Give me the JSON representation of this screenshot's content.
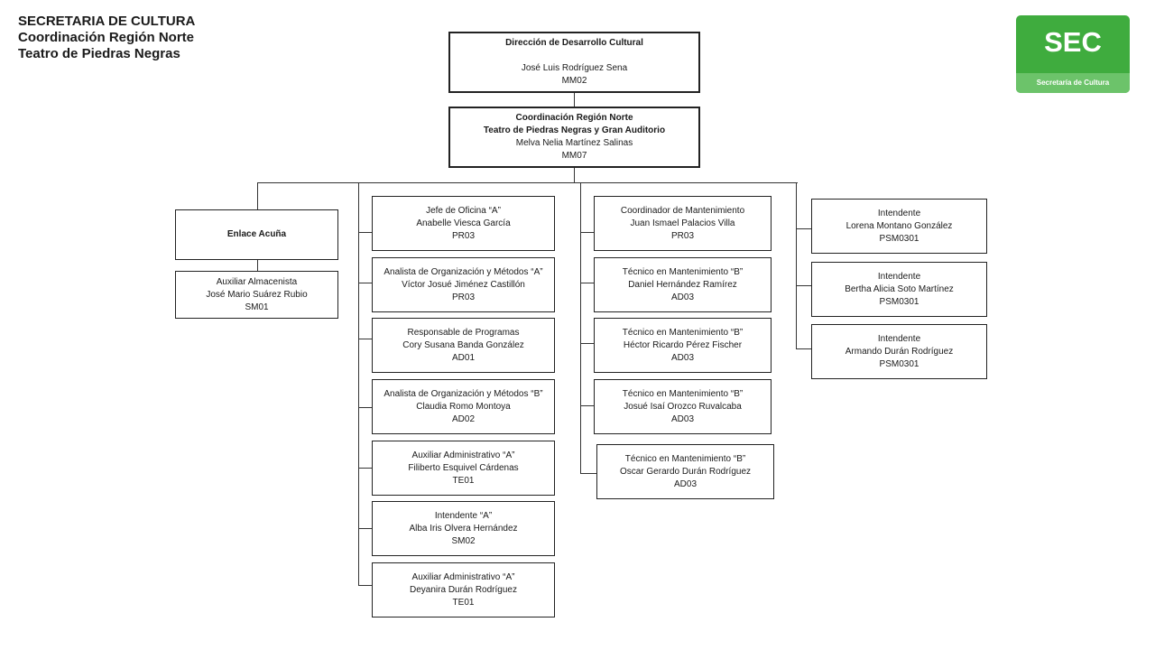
{
  "header": {
    "line1": "SECRETARIA DE CULTURA",
    "line2": "Coordinación Región Norte",
    "line3": "Teatro de Piedras Negras"
  },
  "logo": {
    "big": "SEC",
    "caption": "Secretaría de Cultura"
  },
  "top": {
    "title": "Dirección  de Desarrollo Cultural",
    "name": "José Luis Rodríguez Sena",
    "code": "MM02"
  },
  "coord": {
    "title1": "Coordinación  Región Norte",
    "title2": "Teatro de Piedras Negras y Gran Auditorio",
    "name": "Melva Nelia Martínez Salinas",
    "code": "MM07"
  },
  "enlace": {
    "title": "Enlace Acuña",
    "sub": {
      "role": "Auxiliar Almacenista",
      "name": "José Mario Suárez Rubio",
      "code": "SM01"
    }
  },
  "col2": [
    {
      "role": "Jefe de Oficina “A”",
      "name": "Anabelle Viesca García",
      "code": "PR03"
    },
    {
      "role": "Analista de Organización y Métodos “A”",
      "name": "Víctor Josué Jiménez Castillón",
      "code": "PR03"
    },
    {
      "role": "Responsable de Programas",
      "name": "Cory Susana Banda González",
      "code": "AD01"
    },
    {
      "role": "Analista de Organización y Métodos “B”",
      "name": "Claudia Romo Montoya",
      "code": "AD02"
    },
    {
      "role": "Auxiliar Administrativo “A”",
      "name": "Filiberto Esquivel Cárdenas",
      "code": "TE01"
    },
    {
      "role": "Intendente  “A”",
      "name": "Alba Iris Olvera Hernández",
      "code": "SM02"
    },
    {
      "role": "Auxiliar Administrativo “A”",
      "name": "Deyanira Durán Rodríguez",
      "code": "TE01"
    }
  ],
  "col3": [
    {
      "role": "Coordinador  de  Mantenimiento",
      "name": "Juan Ismael Palacios Villa",
      "code": "PR03"
    },
    {
      "role": "Técnico en Mantenimiento “B”",
      "name": "Daniel Hernández Ramírez",
      "code": "AD03"
    },
    {
      "role": "Técnico en Mantenimiento “B”",
      "name": "Héctor Ricardo Pérez Fischer",
      "code": "AD03"
    },
    {
      "role": "Técnico en Mantenimiento “B”",
      "name": "Josué Isaí Orozco Ruvalcaba",
      "code": "AD03"
    },
    {
      "role": "Técnico en Mantenimiento “B”",
      "name": "Oscar Gerardo Durán Rodríguez",
      "code": "AD03"
    }
  ],
  "col4": [
    {
      "role": "Intendente",
      "name": "Lorena Montano González",
      "code": "PSM0301"
    },
    {
      "role": "Intendente",
      "name": "Bertha Alicia Soto Martínez",
      "code": "PSM0301"
    },
    {
      "role": "Intendente",
      "name": "Armando Durán Rodríguez",
      "code": "PSM0301"
    }
  ]
}
